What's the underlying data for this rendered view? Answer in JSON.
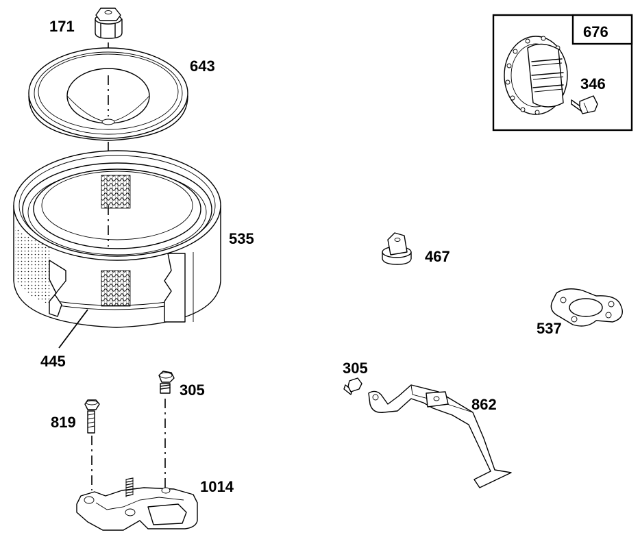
{
  "labels": {
    "p171": "171",
    "p643": "643",
    "p535": "535",
    "p445": "445",
    "p676": "676",
    "p346": "346",
    "p467": "467",
    "p537": "537",
    "p305a": "305",
    "p305b": "305",
    "p862": "862",
    "p819": "819",
    "p1014": "1014"
  }
}
